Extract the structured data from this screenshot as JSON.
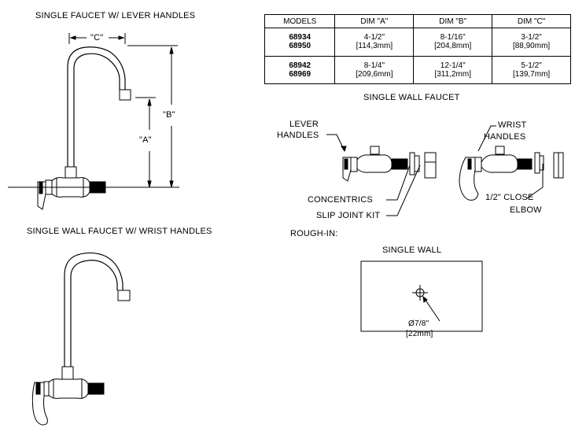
{
  "titles": {
    "lever": "SINGLE FAUCET W/ LEVER HANDLES",
    "wrist": "SINGLE WALL FAUCET W/  WRIST HANDLES",
    "wall_faucet": "SINGLE WALL FAUCET",
    "rough_in": "ROUGH-IN:",
    "single_wall": "SINGLE WALL"
  },
  "dims": {
    "a": "\"A\"",
    "b": "\"B\"",
    "c": "\"C\""
  },
  "table": {
    "headers": [
      "MODELS",
      "DIM \"A\"",
      "DIM \"B\"",
      "DIM \"C\""
    ],
    "rows": [
      {
        "models": [
          "68934",
          "68950"
        ],
        "a": [
          "4-1/2\"",
          "[114,3mm]"
        ],
        "b": [
          "8-1/16\"",
          "[204,8mm]"
        ],
        "c": [
          "3-1/2\"",
          "[88,90mm]"
        ]
      },
      {
        "models": [
          "68942",
          "68969"
        ],
        "a": [
          "8-1/4\"",
          "[209,6mm]"
        ],
        "b": [
          "12-1/4\"",
          "[311,2mm]"
        ],
        "c": [
          "5-1/2\"",
          "[139,7mm]"
        ]
      }
    ]
  },
  "callouts": {
    "lever_1": "LEVER",
    "lever_2": "HANDLES",
    "wrist_1": "WRIST",
    "wrist_2": "HANDLES",
    "concentrics": "CONCENTRICS",
    "slip_joint": "SLIP JOINT KIT",
    "elbow_1": "1/2\" CLOSE",
    "elbow_2": "ELBOW"
  },
  "rough": {
    "dia": "Ø7/8\"",
    "mm": "[22mm]"
  }
}
